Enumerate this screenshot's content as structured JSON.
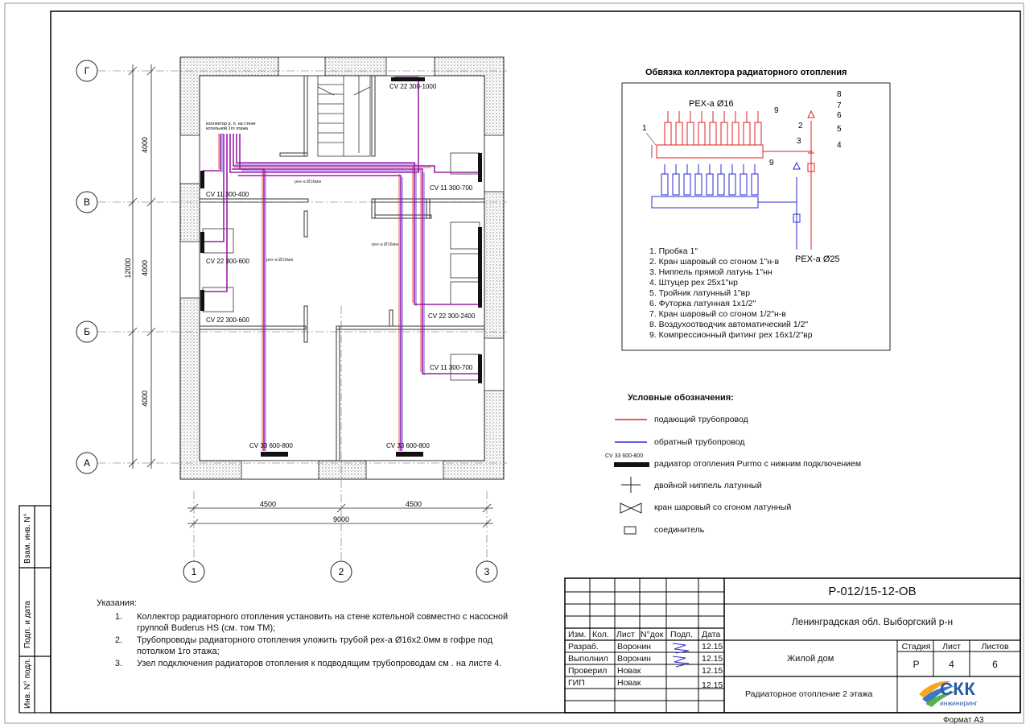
{
  "sheet": {
    "format_label": "Формат А3"
  },
  "plan": {
    "axes_rows": [
      "Г",
      "В",
      "Б",
      "А"
    ],
    "axes_cols": [
      "1",
      "2",
      "3"
    ],
    "dims_vertical": [
      "4000",
      "4000",
      "4000"
    ],
    "dim_total_vertical": "12000",
    "dims_horizontal": [
      "4500",
      "4500"
    ],
    "dim_total_horizontal": "9000",
    "collector_note": [
      "коллектор р. п. на стене",
      "котельной 1го этажа"
    ],
    "pipe_labels": [
      "рех-а Ø16мм",
      "рех-а Ø16мм",
      "рех-а Ø16мм"
    ],
    "radiators": [
      "CV 22 300-1000",
      "CV 11 300-400",
      "CV 11 300-700",
      "CV 22 300-600",
      "CV 22 300-600",
      "CV 22 300-2400",
      "CV 11 300-700",
      "CV 33 600-800",
      "CV 33 600-800"
    ]
  },
  "collector": {
    "title": "Обвязка коллектора радиаторного отопления",
    "pex16": "PEX-a Ø16",
    "pex25": "PEX-a Ø25",
    "callouts": [
      "1",
      "2",
      "3",
      "4",
      "5",
      "6",
      "7",
      "8",
      "9",
      "9"
    ],
    "parts": [
      "1. Пробка 1\"",
      "2. Кран шаровый со сгоном 1\"н-в",
      "3. Ниппель прямой латунь 1\"нн",
      "4. Штуцер pex 25x1\"нр",
      "5. Тройник латунный 1\"вр",
      "6. Футорка латунная 1x1/2\"",
      "7. Кран шаровый со сгоном 1/2\"н-в",
      "8. Воздухоотводчик автоматический 1/2\"",
      "9. Компрессионный фитинг pex 16x1/2\"вр"
    ]
  },
  "legend": {
    "title": "Условные обозначения:",
    "items": [
      {
        "text": "подающий трубопровод"
      },
      {
        "text": "обратный трубопровод"
      },
      {
        "text": "радиатор отопления Purmo с нижним подключением",
        "tag": "CV 33 600-800"
      },
      {
        "text": "двойной ниппель латунный"
      },
      {
        "text": "кран шаровый со сгоном латунный"
      },
      {
        "text": "соединитель"
      }
    ],
    "colors": {
      "supply": "#e02020",
      "return": "#2a2ad0",
      "combined": "#a020a0"
    }
  },
  "notes": {
    "heading": "Указания:",
    "items": [
      {
        "n": "1.",
        "text": "Коллектор радиаторного отопления установить на стене котельной совместно с насосной группой Buderus HS (см. том ТМ);"
      },
      {
        "n": "2.",
        "text": "Трубопроводы радиаторного отопления уложить трубой  pex-a Ø16x2.0мм в гофре под потолком 1го этажа;"
      },
      {
        "n": "3.",
        "text": "Узел подключения радиаторов отопления к подводящим трубопроводам см  . на листе 4."
      }
    ]
  },
  "side_stamp": [
    "Взам. инв. N°",
    "Подп. и дата",
    "Инв. N° подл."
  ],
  "title_block": {
    "code": "Р-012/15-12-ОВ",
    "location": "Ленинградская обл. Выборгский р-н",
    "object": "Жилой дом",
    "sheet_name": "Радиаторное отопление 2 этажа",
    "col_headers": [
      "Изм.",
      "Кол.",
      "Лист",
      "N°док",
      "Подп.",
      "Дата"
    ],
    "roles": [
      {
        "role": "Разраб.",
        "name": "Воронин",
        "date": "12.15"
      },
      {
        "role": "Выполнил",
        "name": "Воронин",
        "date": "12.15"
      },
      {
        "role": "Проверил",
        "name": "Новак",
        "date": "12.15"
      },
      {
        "role": "ГИП",
        "name": "Новак",
        "date": "12.15"
      }
    ],
    "stage_headers": [
      "Стадия",
      "Лист",
      "Листов"
    ],
    "stage_values": [
      "Р",
      "4",
      "6"
    ],
    "logo_main": "СКК",
    "logo_sub": "инжиниринг"
  }
}
